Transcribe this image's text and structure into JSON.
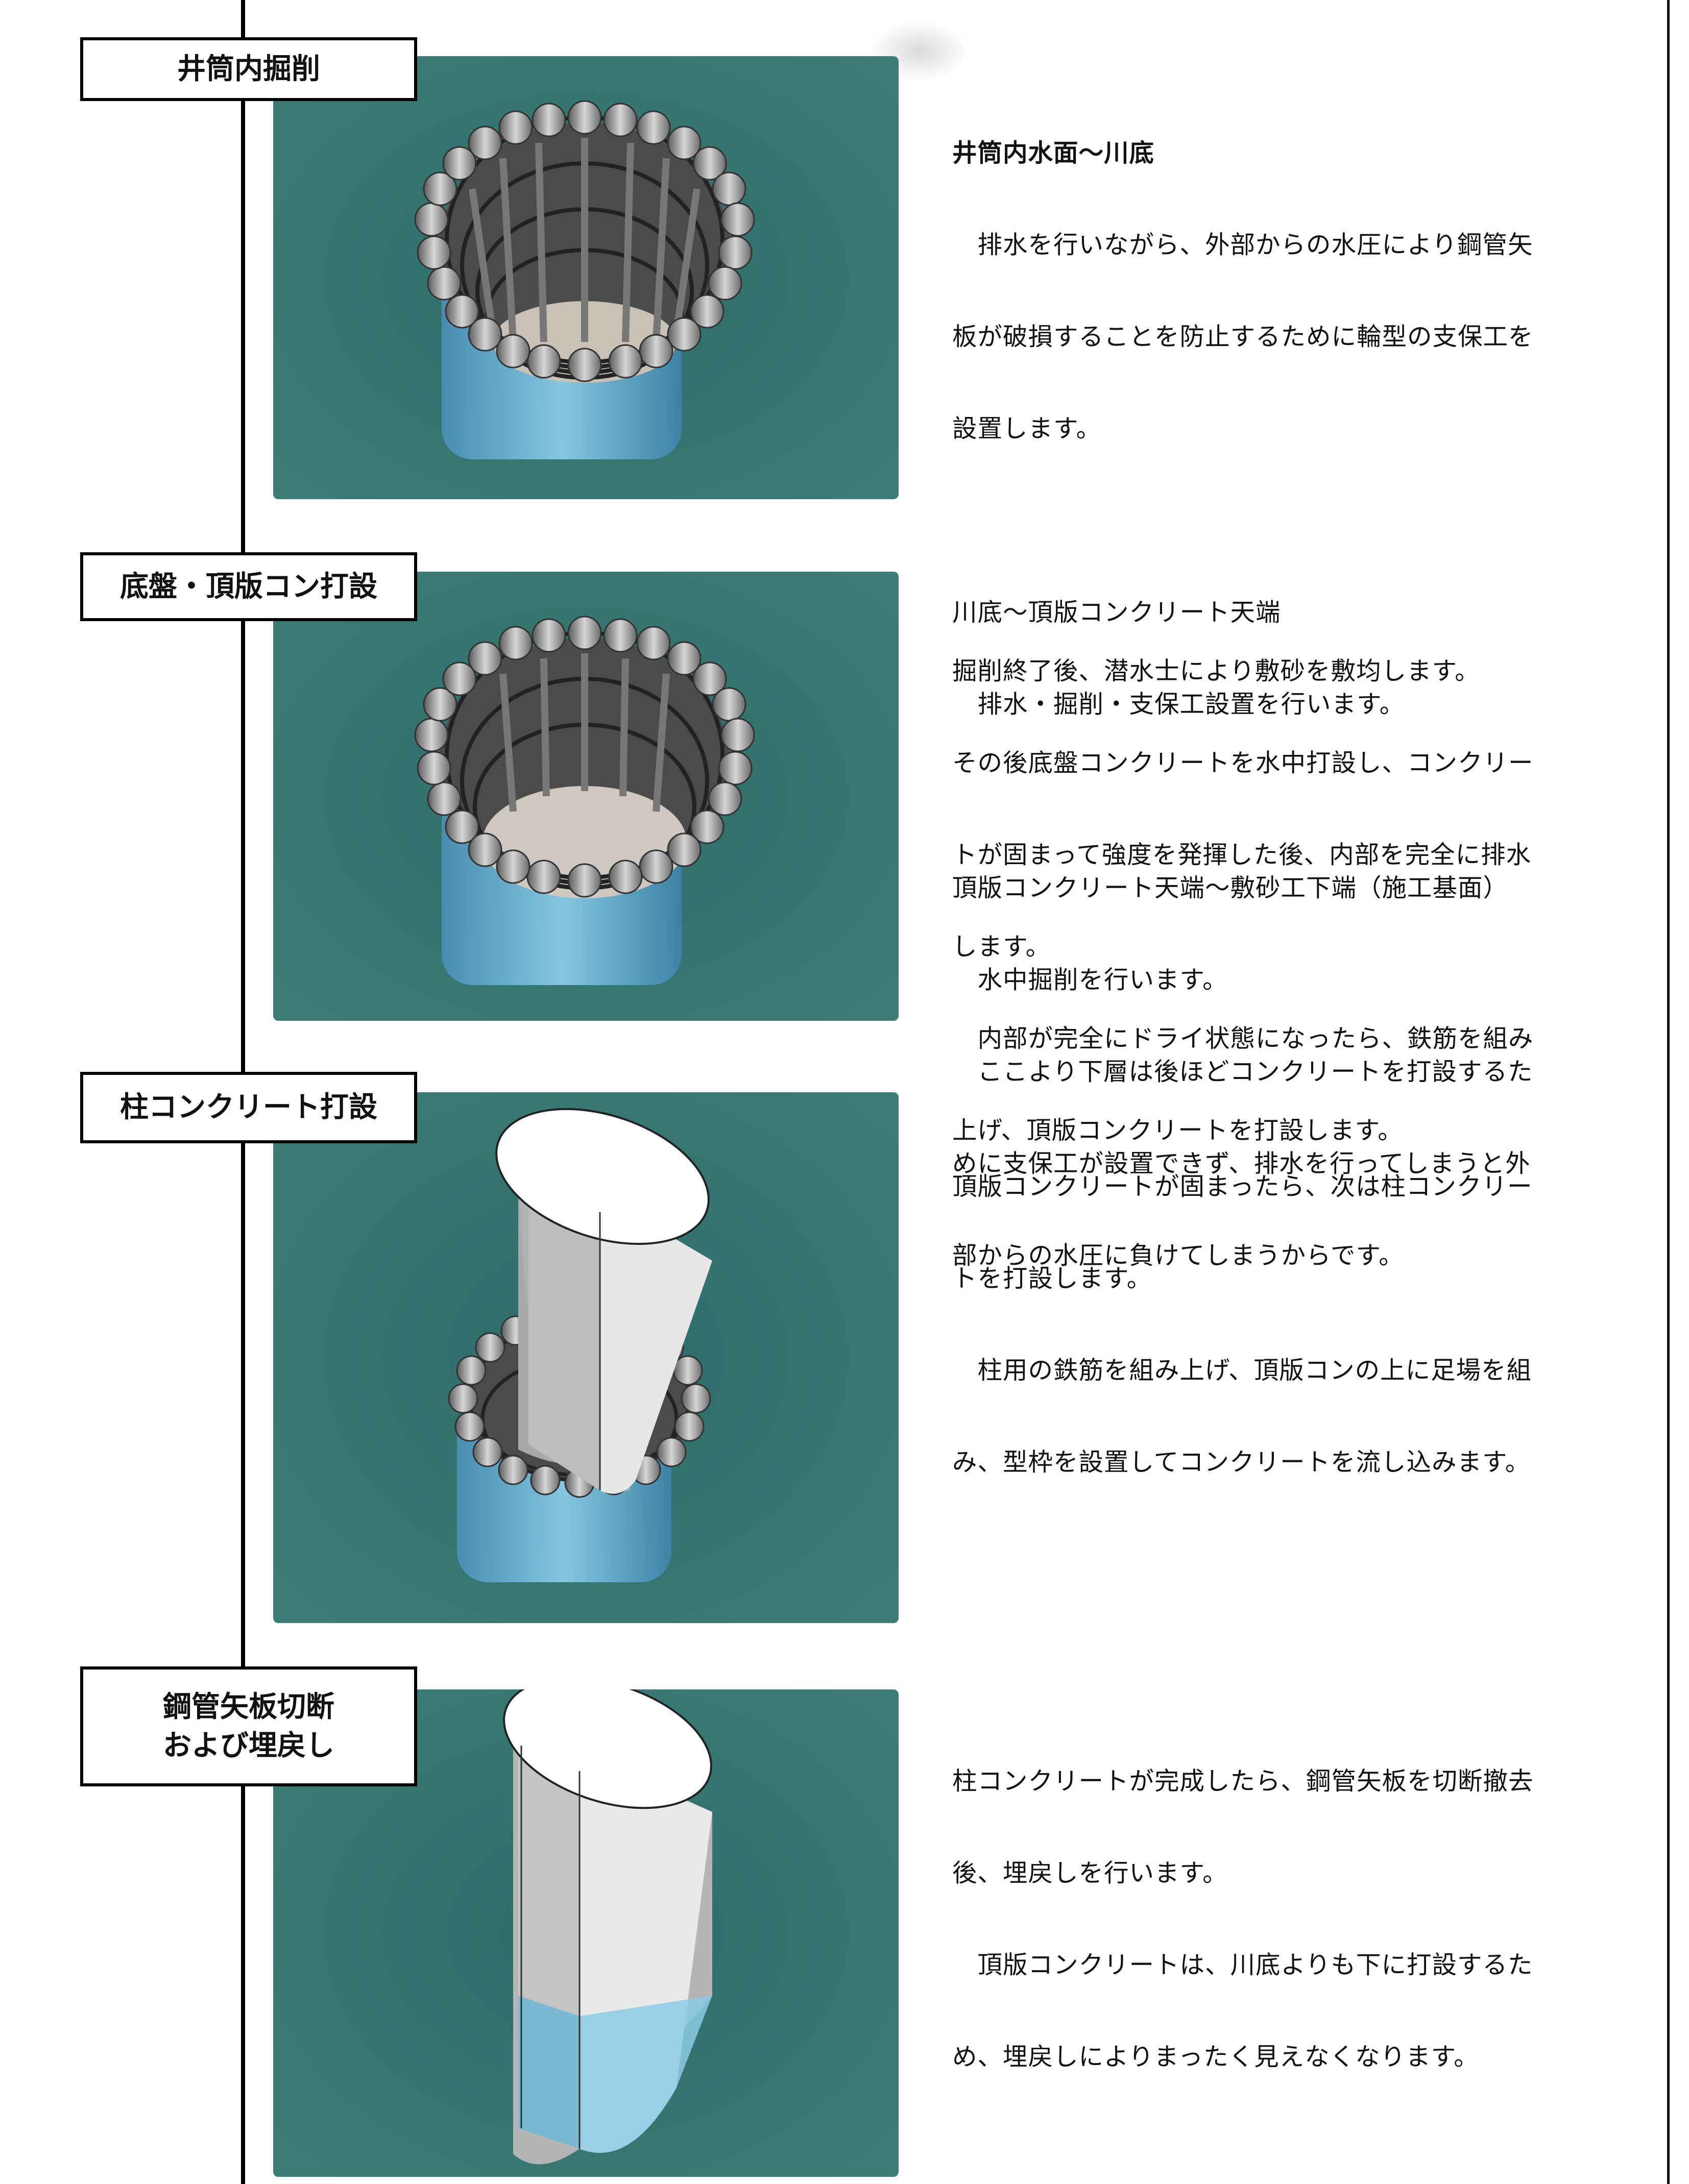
{
  "colors": {
    "water_teal": "#2f6b6b",
    "water_blue": "#5aa8cc",
    "steel_gray": "#a8a8a8",
    "concrete_white": "#f4f4f4"
  },
  "steps": [
    {
      "title": [
        "井筒内掘削"
      ],
      "paragraphs": [
        [
          "井筒内水面〜川底"
        ],
        [
          "　排水を行いながら、外部からの水圧により鋼管矢",
          "板が破損することを防止するために輪型の支保工を",
          "設置します。"
        ],
        [
          ""
        ],
        [
          "川底〜頂版コンクリート天端"
        ],
        [
          "　排水・掘削・支保工設置を行います。"
        ],
        [
          ""
        ],
        [
          "頂版コンクリート天端〜敷砂工下端（施工基面）"
        ],
        [
          "　水中掘削を行います。"
        ],
        [
          "　ここより下層は後ほどコンクリートを打設するた",
          "めに支保工が設置できず、排水を行ってしまうと外",
          "部からの水圧に負けてしまうからです。"
        ]
      ]
    },
    {
      "title": [
        "底盤・頂版コン打設"
      ],
      "paragraphs": [
        [
          "掘削終了後、潜水士により敷砂を敷均します。",
          "その後底盤コンクリートを水中打設し、コンクリー",
          "トが固まって強度を発揮した後、内部を完全に排水",
          "します。"
        ],
        [
          "　内部が完全にドライ状態になったら、鉄筋を組み",
          "上げ、頂版コンクリートを打設します。"
        ]
      ]
    },
    {
      "title": [
        "柱コンクリート打設"
      ],
      "paragraphs": [
        [
          "頂版コンクリートが固まったら、次は柱コンクリー",
          "トを打設します。"
        ],
        [
          "　柱用の鉄筋を組み上げ、頂版コンの上に足場を組",
          "み、型枠を設置してコンクリートを流し込みます。"
        ]
      ]
    },
    {
      "title": [
        "鋼管矢板切断",
        "および埋戻し"
      ],
      "paragraphs": [
        [
          "柱コンクリートが完成したら、鋼管矢板を切断撤去",
          "後、埋戻しを行います。"
        ],
        [
          "　頂版コンクリートは、川底よりも下に打設するた",
          "め、埋戻しによりまったく見えなくなります。"
        ]
      ]
    }
  ]
}
